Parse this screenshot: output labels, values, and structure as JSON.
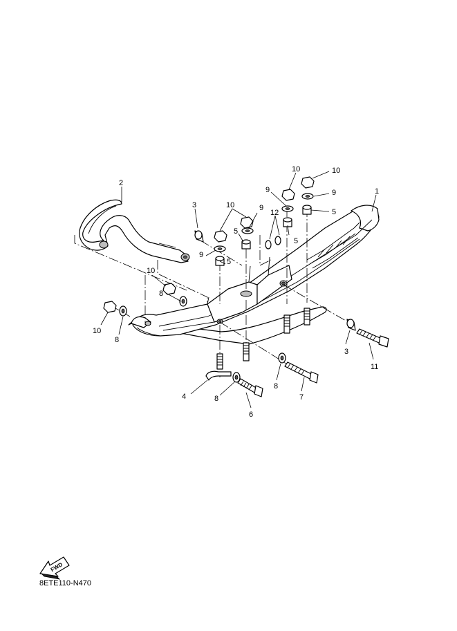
{
  "diagram_code": "8ETE110-N470",
  "fwd_label": "FWD",
  "callouts": [
    {
      "id": "c1",
      "text": "1"
    },
    {
      "id": "c2",
      "text": "2"
    },
    {
      "id": "c3a",
      "text": "3"
    },
    {
      "id": "c3b",
      "text": "3"
    },
    {
      "id": "c4",
      "text": "4"
    },
    {
      "id": "c5a",
      "text": "5"
    },
    {
      "id": "c5b",
      "text": "5"
    },
    {
      "id": "c5c",
      "text": "5"
    },
    {
      "id": "c5d",
      "text": "5"
    },
    {
      "id": "c6",
      "text": "6"
    },
    {
      "id": "c7",
      "text": "7"
    },
    {
      "id": "c8a",
      "text": "8"
    },
    {
      "id": "c8b",
      "text": "8"
    },
    {
      "id": "c8c",
      "text": "8"
    },
    {
      "id": "c8d",
      "text": "8"
    },
    {
      "id": "c9a",
      "text": "9"
    },
    {
      "id": "c9b",
      "text": "9"
    },
    {
      "id": "c9c",
      "text": "9"
    },
    {
      "id": "c9d",
      "text": "9"
    },
    {
      "id": "c10a",
      "text": "10"
    },
    {
      "id": "c10b",
      "text": "10"
    },
    {
      "id": "c10c",
      "text": "10"
    },
    {
      "id": "c10d",
      "text": "10"
    },
    {
      "id": "c10e",
      "text": "10"
    },
    {
      "id": "c11",
      "text": "11"
    },
    {
      "id": "c12",
      "text": "12"
    }
  ]
}
